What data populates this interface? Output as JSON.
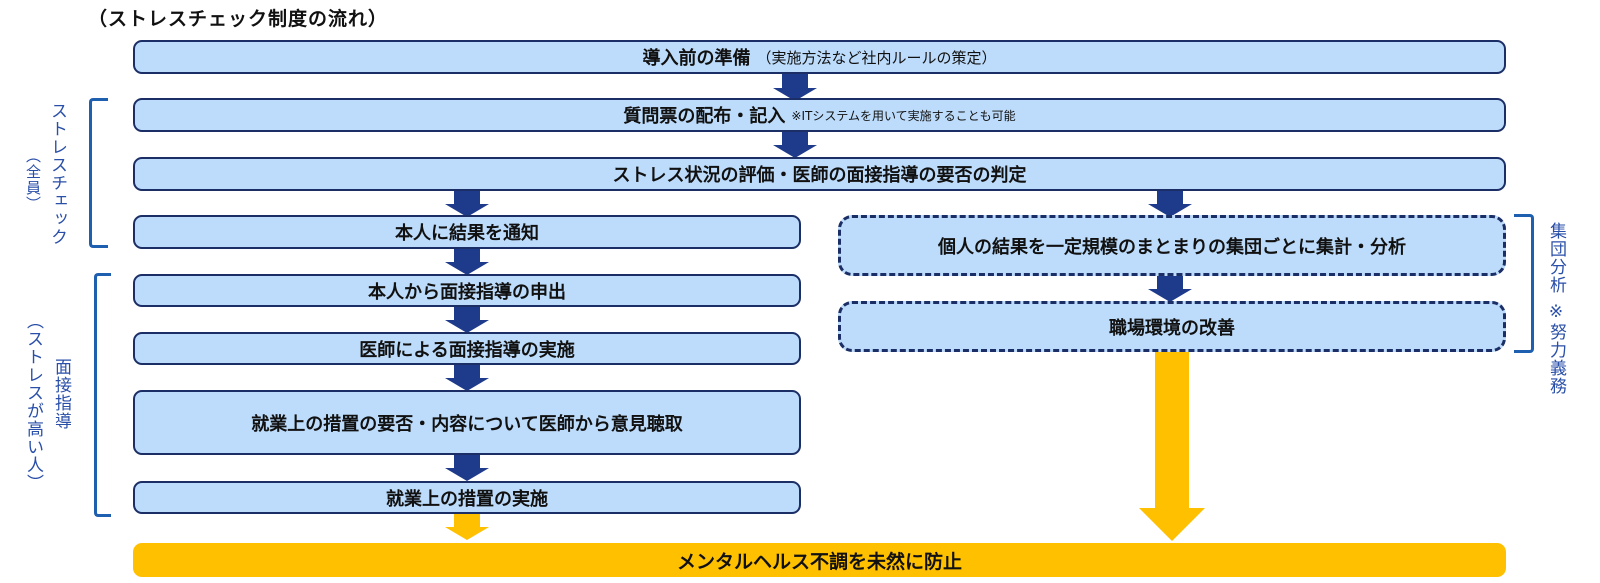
{
  "title": "（ストレスチェック制度の流れ）",
  "colors": {
    "box_fill": "#bddcfb",
    "box_border": "#1b2f66",
    "arrow_blue": "#1e3a8a",
    "arrow_gold": "#ffc000",
    "bracket": "#1f5fb0",
    "label_text": "#2a4fa8"
  },
  "steps": {
    "prep": {
      "label": "導入前の準備",
      "sub": "（実施方法など社内ルールの策定）"
    },
    "questionnaire": {
      "label": "質問票の配布・記入",
      "note": "※ITシステムを用いて実施することも可能"
    },
    "evaluation": {
      "label": "ストレス状況の評価・医師の面接指導の要否の判定"
    },
    "notify": {
      "label": "本人に結果を通知"
    },
    "request": {
      "label": "本人から面接指導の申出"
    },
    "interview": {
      "label": "医師による面接指導の実施"
    },
    "opinion": {
      "label": "就業上の措置の要否・内容について医師から意見聴取"
    },
    "measures": {
      "label": "就業上の措置の実施"
    },
    "group_analysis": {
      "label": "個人の結果を一定規模のまとまりの集団ごとに集計・分析"
    },
    "improvement": {
      "label": "職場環境の改善"
    },
    "goal": {
      "label": "メンタルヘルス不調を未然に防止"
    }
  },
  "side_labels": {
    "stress_check": {
      "main": "ストレスチェック",
      "sub": "（全員）"
    },
    "interview_guidance": {
      "main": "面接指導",
      "sub": "（ストレスが高い人）"
    },
    "group_analysis": {
      "main": "集団分析",
      "sub": "※努力義務"
    }
  }
}
